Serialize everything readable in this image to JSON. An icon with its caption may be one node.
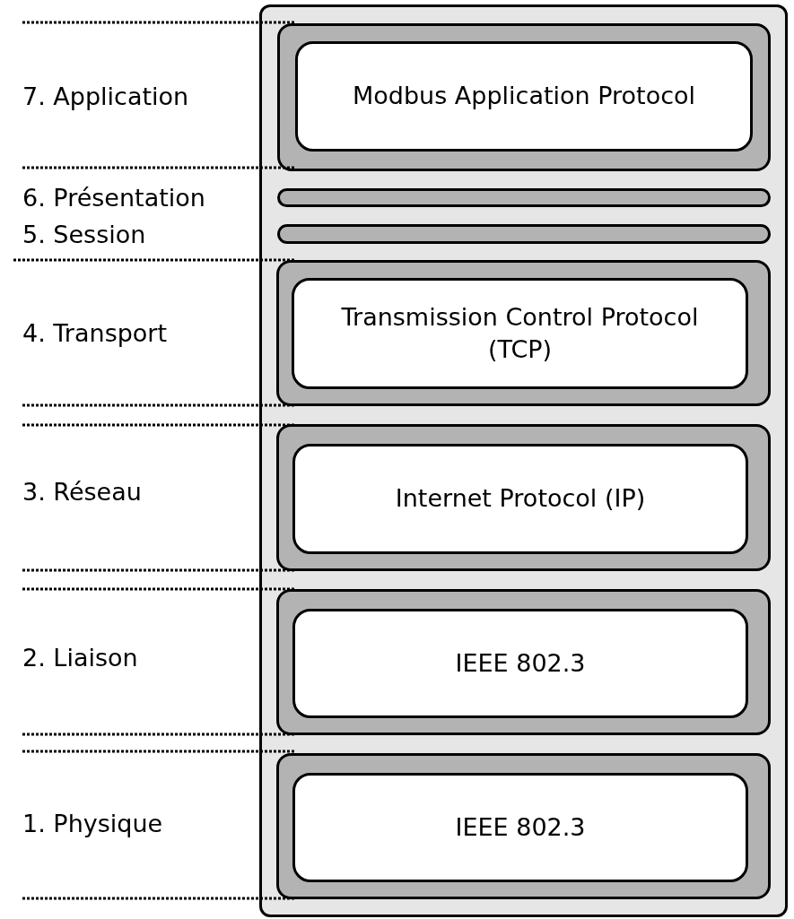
{
  "diagram": {
    "nodes": [
      {
        "text": [],
        "shape": "box"
      },
      {
        "text": [],
        "shape": "box",
        "in": 0
      },
      {
        "text": [
          "Modbus Application Protocol"
        ],
        "in": 1
      },
      {
        "text": [],
        "shape": "bar",
        "in": 0
      },
      {
        "text": [],
        "shape": "bar",
        "in": 0
      },
      {
        "text": [],
        "shape": "box",
        "in": 0
      },
      {
        "text": [
          "Transmission Control Protocol (TCP)"
        ],
        "in": 5
      },
      {
        "text": [],
        "shape": "box",
        "in": 0
      },
      {
        "text": [
          "Internet Protocol (IP)"
        ],
        "in": 7
      },
      {
        "text": [],
        "shape": "box",
        "in": 0
      },
      {
        "text": [
          "IEEE 802.3"
        ],
        "in": 9
      },
      {
        "text": [],
        "shape": "box",
        "in": 0
      },
      {
        "text": [
          "IEEE 802.3"
        ],
        "in": 11
      }
    ],
    "labels": [
      "7. Application",
      "6. Présentation",
      "5. Session",
      "4. Transport",
      "3. Réseau",
      "2. Liaison",
      "1. Physique"
    ]
  }
}
